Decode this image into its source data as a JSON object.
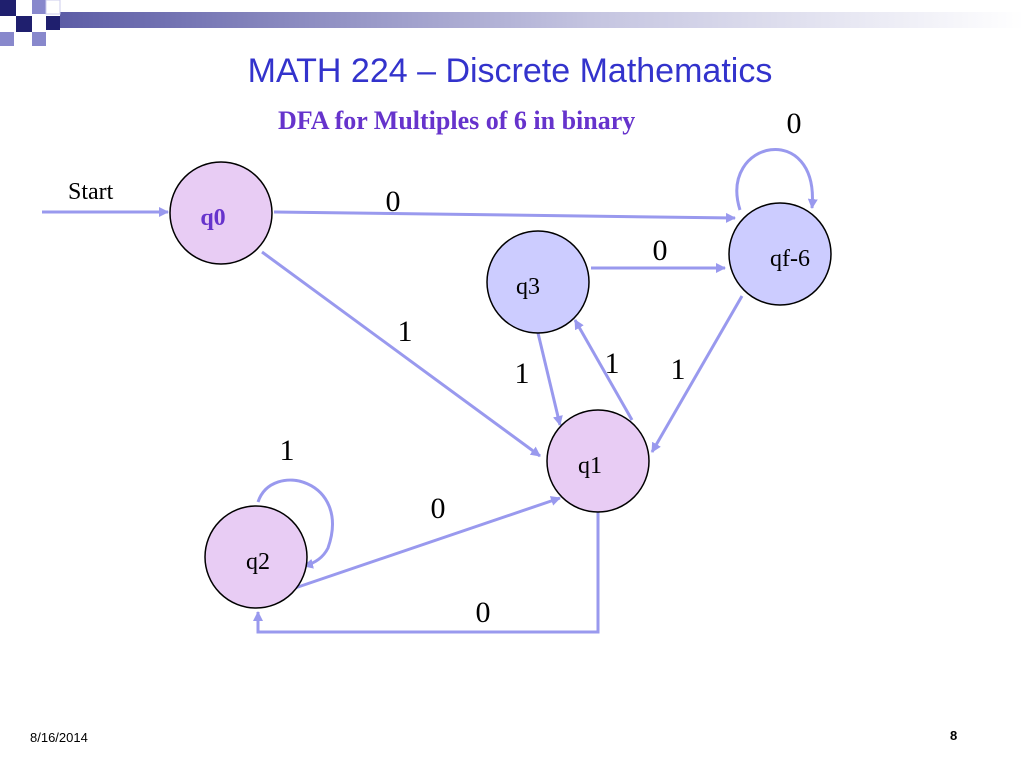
{
  "slide": {
    "title": "MATH 224 – Discrete Mathematics",
    "subtitle": "DFA for Multiples of 6 in binary",
    "date": "8/16/2014",
    "page": "8"
  },
  "colors": {
    "title": "#3333cc",
    "subtitle": "#6633cc",
    "edge": "#9999ee",
    "node_purple": "#e8ccf4",
    "node_blue": "#ccccff",
    "deco_navy": "#1f1f6e",
    "deco_lilac": "#8888cc"
  },
  "diagram": {
    "start_label": "Start",
    "states": {
      "q0": "q0",
      "q1": "q1",
      "q2": "q2",
      "q3": "q3",
      "qf": "qf-6"
    },
    "transitions": {
      "qf_self": "0",
      "q0_to_qf": "0",
      "q3_to_qf": "0",
      "q0_to_q1": "1",
      "q3_to_q1": "1",
      "q1_to_q3": "1",
      "qf_to_q1": "1",
      "q2_self": "1",
      "q2_to_q1": "0",
      "q1_to_q2": "0"
    }
  }
}
